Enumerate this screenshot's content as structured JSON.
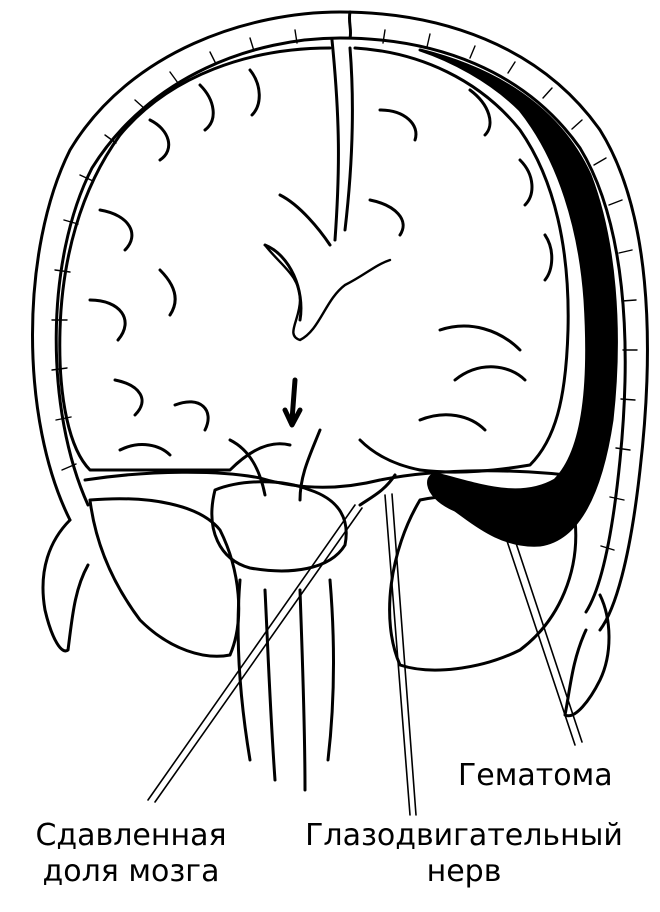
{
  "labels": {
    "hematoma": "Гематома",
    "compressed_lobe": {
      "line1": "Сдавленная",
      "line2": "доля мозга"
    },
    "oculomotor_nerve": {
      "line1": "Глазодвигательный",
      "line2": "нерв"
    }
  },
  "colors": {
    "ink": "#000000",
    "background": "#ffffff",
    "hematoma_fill": "#000000"
  }
}
